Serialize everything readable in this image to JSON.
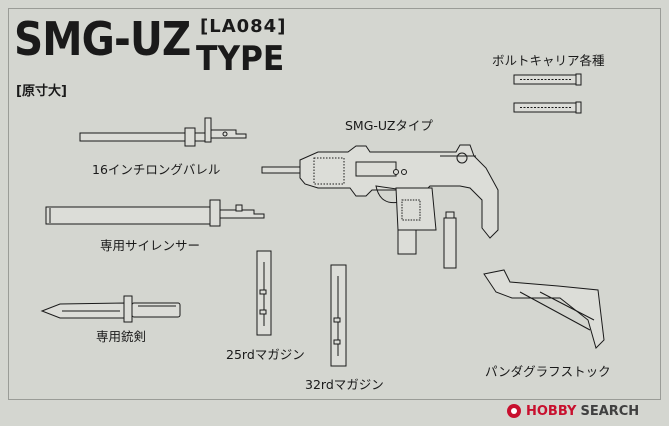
{
  "title": {
    "main": "SMG-UZ",
    "code": "[LA084]",
    "type": "TYPE",
    "scale": "[原寸大]"
  },
  "parts": {
    "bolt_carriers": "ボルトキャリア各種",
    "barrel": "16インチロングバレル",
    "main_gun": "SMG-UZタイプ",
    "silencer": "専用サイレンサー",
    "bayonet": "専用銃剣",
    "mag25": "25rdマガジン",
    "mag32": "32rdマガジン",
    "stock": "パンダグラフストック"
  },
  "watermark": {
    "brand": "HOBBY",
    "search": "SEARCH"
  },
  "colors": {
    "background": "#d4d6d0",
    "ink": "#1a1a1a",
    "part_fill": "#dcddd8",
    "brand_red": "#c8102e"
  }
}
